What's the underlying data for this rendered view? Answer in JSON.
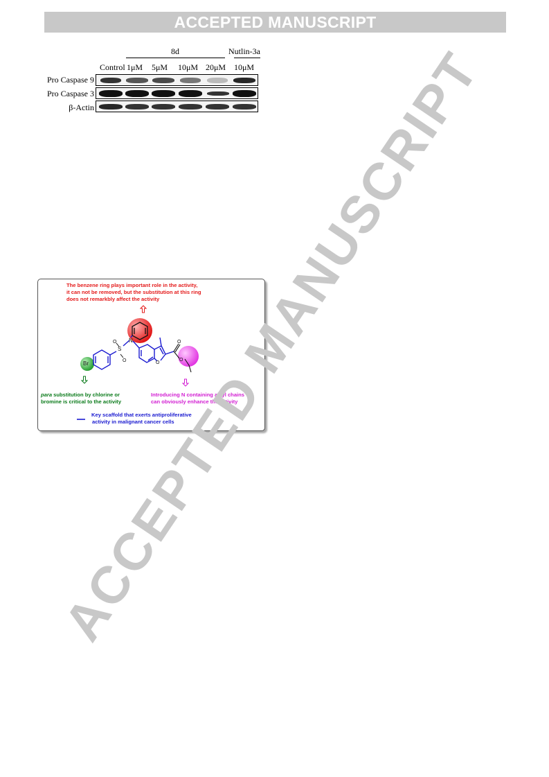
{
  "header": {
    "banner": "ACCEPTED MANUSCRIPT"
  },
  "western_blot": {
    "compound_label": "8d",
    "control_label": "Nutlin-3a",
    "lanes": [
      "Control",
      "1μM",
      "5μM",
      "10μM",
      "20μM",
      "10μM"
    ],
    "rows": [
      "Pro Caspase 9",
      "Pro Caspase 3",
      "β-Actin"
    ]
  },
  "graphical_abstract": {
    "top_note": [
      "The benzene ring plays important role in the activity,",
      "it can not be removed, but the substitution at this ring",
      "does not remarkbly affect the activity"
    ],
    "left_note_em": "para",
    "left_note": [
      " substitution by chlorine or",
      "bromine is critical to the activity"
    ],
    "right_note": [
      "Introducing N containing alkyl chains",
      "can obviously enhance the activity"
    ],
    "legend": [
      "Key scaffold that exerts antiproliferative",
      "activity in malignant cancer cells"
    ],
    "atoms": {
      "br": "Br",
      "s": "S",
      "o1": "O",
      "o2": "O",
      "n": "N",
      "o_ring": "O",
      "o_carbonyl": "O",
      "o_ester": "O"
    },
    "colors": {
      "red": "#e41a1a",
      "green": "#0a7a1a",
      "magenta": "#d21ed2",
      "blue": "#1a1ad0"
    }
  },
  "watermark": "ACCEPTED MANUSCRIPT"
}
